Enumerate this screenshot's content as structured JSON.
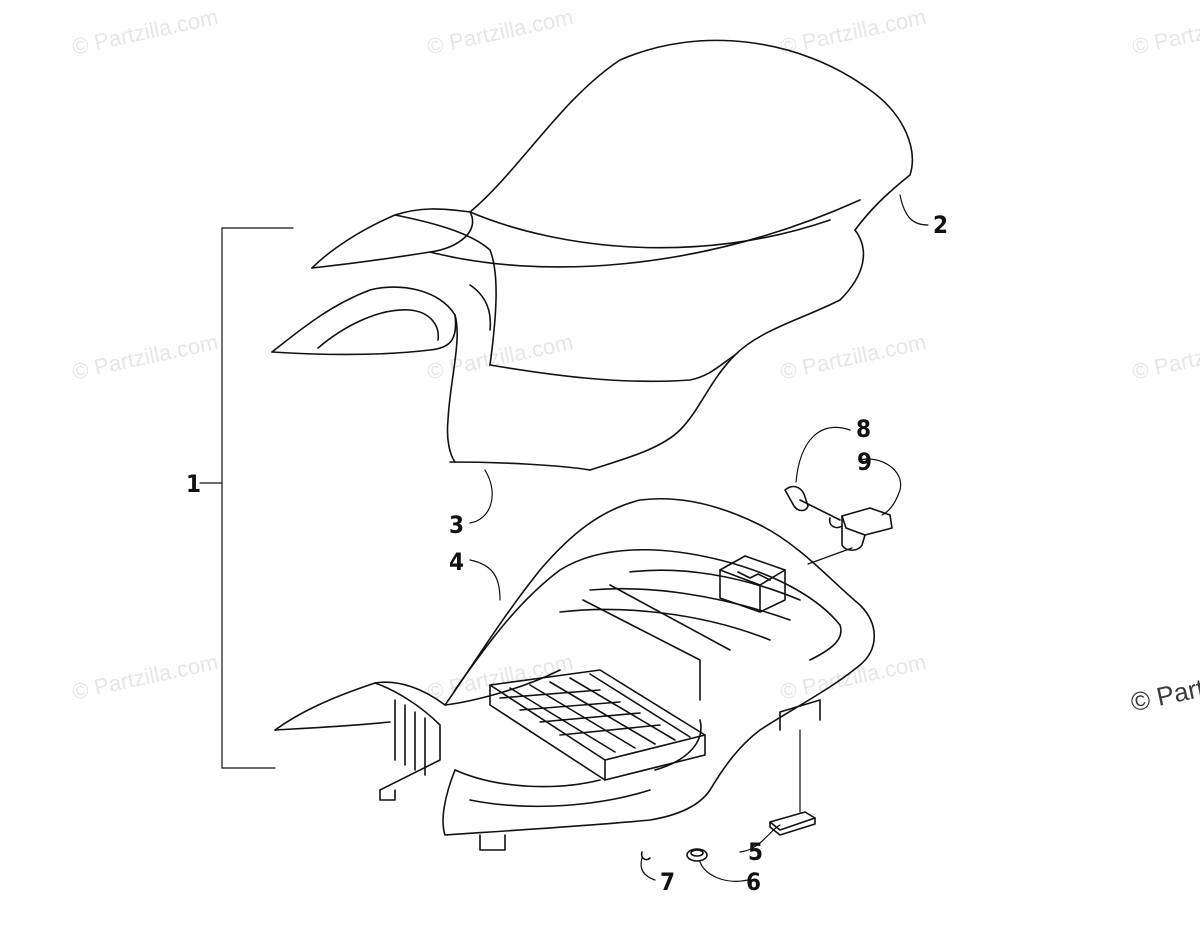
{
  "watermarks": {
    "text": "© Partzilla.com",
    "edge_text": "© Part"
  },
  "callouts": {
    "c1": "1",
    "c2": "2",
    "c3": "3",
    "c4": "4",
    "c5": "5",
    "c6": "6",
    "c7": "7",
    "c8": "8",
    "c9": "9"
  }
}
